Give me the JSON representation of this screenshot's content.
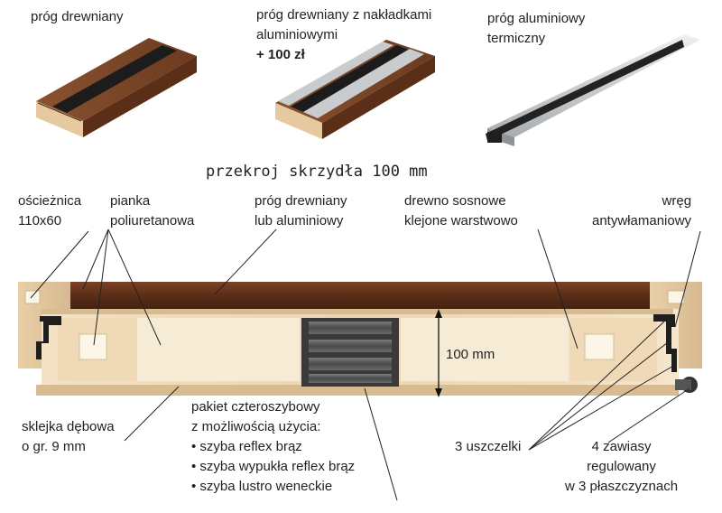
{
  "products": [
    {
      "name_lines": [
        "próg drewniany"
      ],
      "price": ""
    },
    {
      "name_lines": [
        "próg drewniany z nakładkami",
        "aluminiowymi"
      ],
      "price": "+ 100 zł"
    },
    {
      "name_lines": [
        "próg aluminiowy",
        "termiczny"
      ],
      "price": ""
    }
  ],
  "section_title": "przekroj skrzydła  100 mm",
  "callouts": {
    "oscieznica": [
      "ościeżnica",
      "110x60"
    ],
    "pianka": [
      "pianka",
      "poliuretanowa"
    ],
    "prog": [
      "próg drewniany",
      "lub aluminiowy"
    ],
    "drewno": [
      "drewno sosnowe",
      "klejone warstwowo"
    ],
    "wreg": [
      "wręg",
      "antywłamaniowy"
    ],
    "sklejka": [
      "sklejka dębowa",
      "o gr. 9 mm"
    ],
    "pakiet_lines": [
      "pakiet czteroszybowy",
      "z możliwością użycia:"
    ],
    "pakiet_bullets": [
      "szyba reflex brąz",
      "szyba wypukła reflex brąz",
      "szyba lustro weneckie"
    ],
    "uszczelki": [
      "3 uszczelki"
    ],
    "zawiasy": [
      "4 zawiasy",
      "regulowany",
      "w 3 płaszczyznach"
    ]
  },
  "dimension_label": "100 mm",
  "colors": {
    "walnut": "#5a2e17",
    "pine": "#ecd7b6",
    "glass": "#5a5a5a",
    "aluminium": "#c9ccce",
    "gasket": "#222222"
  }
}
